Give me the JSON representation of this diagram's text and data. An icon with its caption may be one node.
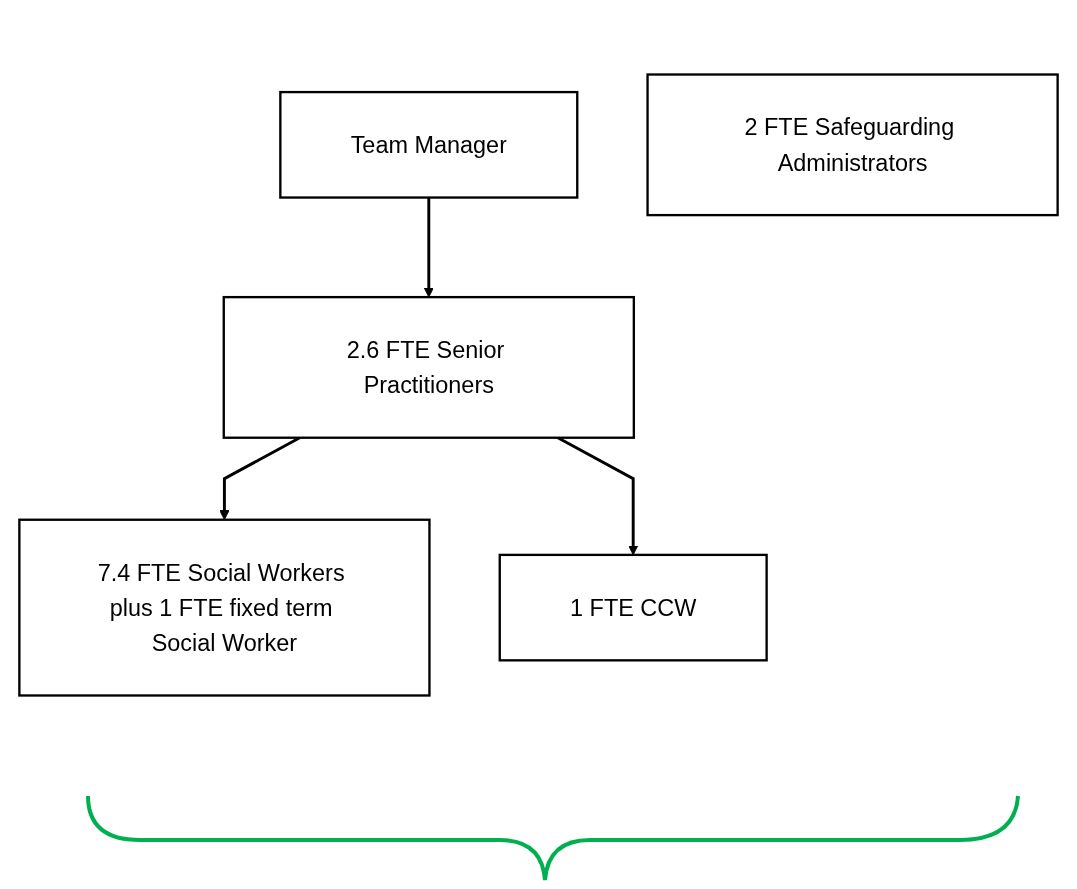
{
  "diagram": {
    "nodes": [
      {
        "text": [
          "Team Manager"
        ]
      },
      {
        "text": [
          "2.6 FTE Senior Practitioners"
        ]
      },
      {
        "text": [
          "2 FTE Safeguarding Administrators"
        ]
      },
      {
        "text": [
          "7.4 FTE Social Workers plus 1 FTE fixed term Social Worker"
        ]
      },
      {
        "text": [
          "1 FTE CCW"
        ]
      }
    ],
    "edges": [
      {
        "from": 0,
        "to": 1,
        "arrow": "to"
      },
      {
        "from": 1,
        "to": 3,
        "arrow": "to"
      },
      {
        "from": 1,
        "to": 4,
        "arrow": "to"
      }
    ]
  }
}
